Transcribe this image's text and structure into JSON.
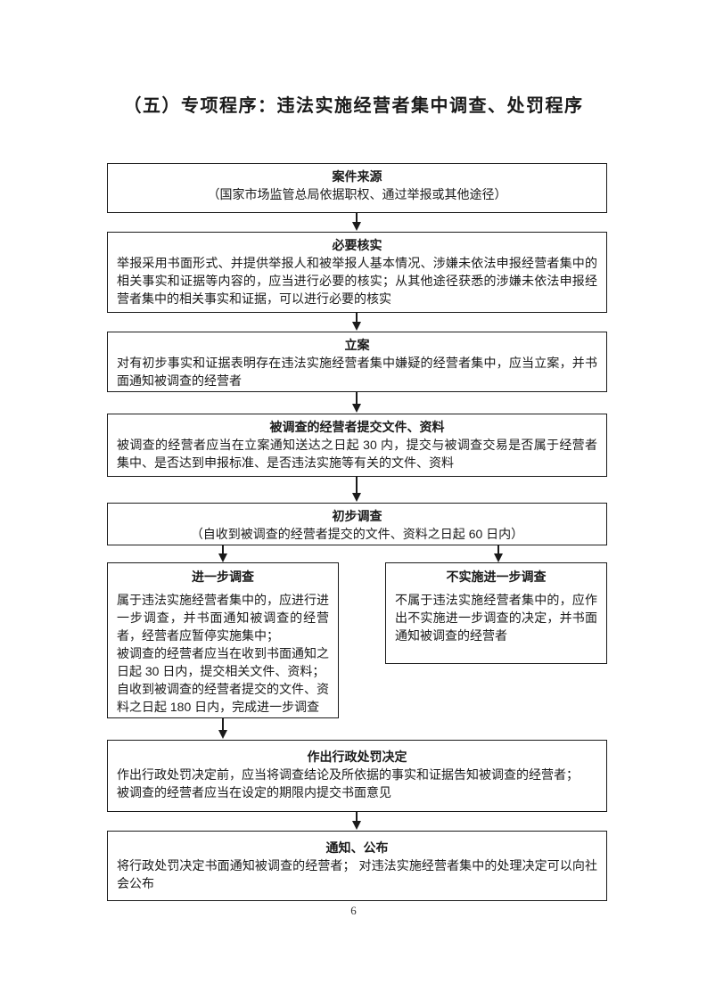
{
  "page": {
    "title": "（五）专项程序：违法实施经营者集中调查、处罚程序",
    "page_number": "6",
    "background_color": "#ffffff",
    "text_color": "#1a1a1a",
    "box_border_color": "#1a1a1a"
  },
  "flowchart": {
    "steps": [
      {
        "title": "案件来源",
        "body": "（国家市场监管总局依据职权、通过举报或其他途径）"
      },
      {
        "title": "必要核实",
        "body": "举报采用书面形式、并提供举报人和被举报人基本情况、涉嫌未依法申报经营者集中的相关事实和证据等内容的，应当进行必要的核实；从其他途径获悉的涉嫌未依法申报经营者集中的相关事实和证据，可以进行必要的核实"
      },
      {
        "title": "立案",
        "body": "对有初步事实和证据表明存在违法实施经营者集中嫌疑的经营者集中，应当立案，并书面通知被调查的经营者"
      },
      {
        "title": "被调查的经营者提交文件、资料",
        "body": "被调查的经营者应当在立案通知送达之日起 30 内，提交与被调查交易是否属于经营者集中、是否达到申报标准、是否违法实施等有关的文件、资料"
      },
      {
        "title": "初步调查",
        "body": "（自收到被调查的经营者提交的文件、资料之日起 60 日内）"
      },
      {
        "title": "进一步调查",
        "body": "属于违法实施经营者集中的，应进行进一步调查，并书面通知被调查的经营者，经营者应暂停实施集中；\n被调查的经营者应当在收到书面通知之日起 30 日内，提交相关文件、资料；\n自收到被调查的经营者提交的文件、资料之日起 180 日内，完成进一步调查"
      },
      {
        "title": "不实施进一步调查",
        "body": "不属于违法实施经营者集中的，应作出不实施进一步调查的决定，并书面通知被调查的经营者"
      },
      {
        "title": "作出行政处罚决定",
        "body": "作出行政处罚决定前，应当将调查结论及所依据的事实和证据告知被调查的经营者；\n被调查的经营者应当在设定的期限内提交书面意见"
      },
      {
        "title": "通知、公布",
        "body": "将行政处罚决定书面通知被调查的经营者； 对违法实施经营者集中的处理决定可以向社会公布"
      }
    ]
  }
}
